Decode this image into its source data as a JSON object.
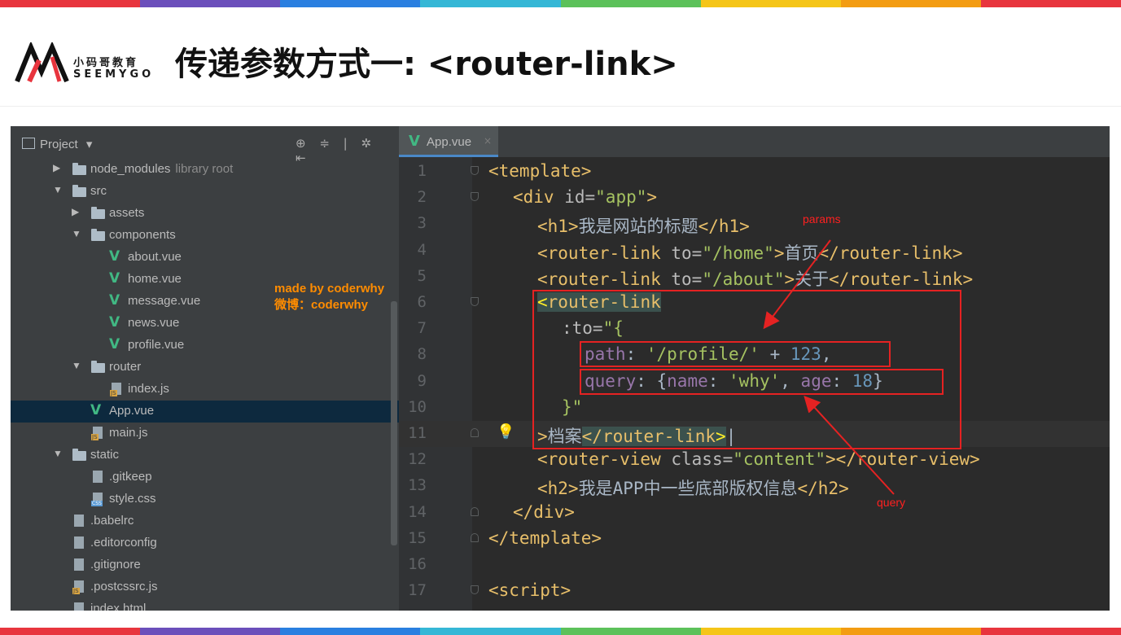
{
  "colors": {
    "stripes": [
      "#e8353e",
      "#6b4fbb",
      "#2a7fe0",
      "#35b7d6",
      "#5cc15a",
      "#f5c518",
      "#f39c12",
      "#e8353e"
    ],
    "annotation": "#e52222",
    "vue_green": "#41b883"
  },
  "header": {
    "logo_cn": "小码哥教育",
    "logo_en": "SEEMYGO",
    "title": "传递参数方式一: <router-link>"
  },
  "watermark": {
    "line1": "made by coderwhy",
    "line2": "微博：coderwhy"
  },
  "project_panel": {
    "title": "Project",
    "title_caret": "▾",
    "tools": "⊕ ≑ | ✲ ⇤",
    "tree": [
      {
        "name": "node_modules",
        "suffix": "library root",
        "kind": "folder",
        "expanded": false,
        "depth": 0
      },
      {
        "name": "src",
        "kind": "folder",
        "expanded": true,
        "depth": 0
      },
      {
        "name": "assets",
        "kind": "folder",
        "expanded": false,
        "depth": 1
      },
      {
        "name": "components",
        "kind": "folder",
        "expanded": true,
        "depth": 1
      },
      {
        "name": "about.vue",
        "kind": "vue",
        "depth": 2
      },
      {
        "name": "home.vue",
        "kind": "vue",
        "depth": 2
      },
      {
        "name": "message.vue",
        "kind": "vue",
        "depth": 2
      },
      {
        "name": "news.vue",
        "kind": "vue",
        "depth": 2
      },
      {
        "name": "profile.vue",
        "kind": "vue",
        "depth": 2
      },
      {
        "name": "router",
        "kind": "folder",
        "expanded": true,
        "depth": 1
      },
      {
        "name": "index.js",
        "kind": "js",
        "depth": 2
      },
      {
        "name": "App.vue",
        "kind": "vue",
        "depth": 1,
        "selected": true
      },
      {
        "name": "main.js",
        "kind": "js",
        "depth": 1
      },
      {
        "name": "static",
        "kind": "folder",
        "expanded": true,
        "depth": 0
      },
      {
        "name": ".gitkeep",
        "kind": "file",
        "depth": 1
      },
      {
        "name": "style.css",
        "kind": "css",
        "depth": 1
      },
      {
        "name": ".babelrc",
        "kind": "file",
        "depth": 0
      },
      {
        "name": ".editorconfig",
        "kind": "file",
        "depth": 0
      },
      {
        "name": ".gitignore",
        "kind": "file",
        "depth": 0
      },
      {
        "name": ".postcssrc.js",
        "kind": "js",
        "depth": 0
      },
      {
        "name": "index.html",
        "kind": "file",
        "depth": 0
      }
    ]
  },
  "editor": {
    "tab": {
      "label": "App.vue",
      "close": "×"
    },
    "line_numbers": [
      "1",
      "2",
      "3",
      "4",
      "5",
      "6",
      "7",
      "8",
      "9",
      "10",
      "11",
      "12",
      "13",
      "14",
      "15",
      "16",
      "17"
    ],
    "code": {
      "l1": "<template>",
      "l2a": "<div ",
      "l2b": "id=",
      "l2c": "\"app\"",
      "l2d": ">",
      "l3a": "<h1>",
      "l3b": "我是网站的标题",
      "l3c": "</h1>",
      "l4a": "<router-link ",
      "l4b": "to=",
      "l4c": "\"/home\"",
      "l4d": ">",
      "l4e": "首页",
      "l4f": "</router-link>",
      "l5a": "<router-link ",
      "l5b": "to=",
      "l5c": "\"/about\"",
      "l5d": ">",
      "l5e": "关于",
      "l5f": "</router-link>",
      "l6a": "<",
      "l6b": "router-link",
      "l7a": ":to=",
      "l7b": "\"{",
      "l8a": "path",
      "l8b": ": ",
      "l8c": "'/profile/'",
      "l8d": " + ",
      "l8e": "123",
      "l8f": ",",
      "l9a": "query",
      "l9b": ": {",
      "l9c": "name",
      "l9d": ": ",
      "l9e": "'why'",
      "l9f": ", ",
      "l9g": "age",
      "l9h": ": ",
      "l9i": "18",
      "l9j": "}",
      "l10": "}\"",
      "l11a": ">",
      "l11b": "档案",
      "l11c": "</router-link",
      "l11d": ">",
      "l12a": "<router-view ",
      "l12b": "class=",
      "l12c": "\"content\"",
      "l12d": "></router-view>",
      "l13a": "<h2>",
      "l13b": "我是APP中一些底部版权信息",
      "l13c": "</h2>",
      "l14": "</div>",
      "l15": "</template>",
      "l17": "<script>"
    },
    "bulb": "💡"
  },
  "annotations": {
    "params_label": "params",
    "query_label": "query"
  }
}
